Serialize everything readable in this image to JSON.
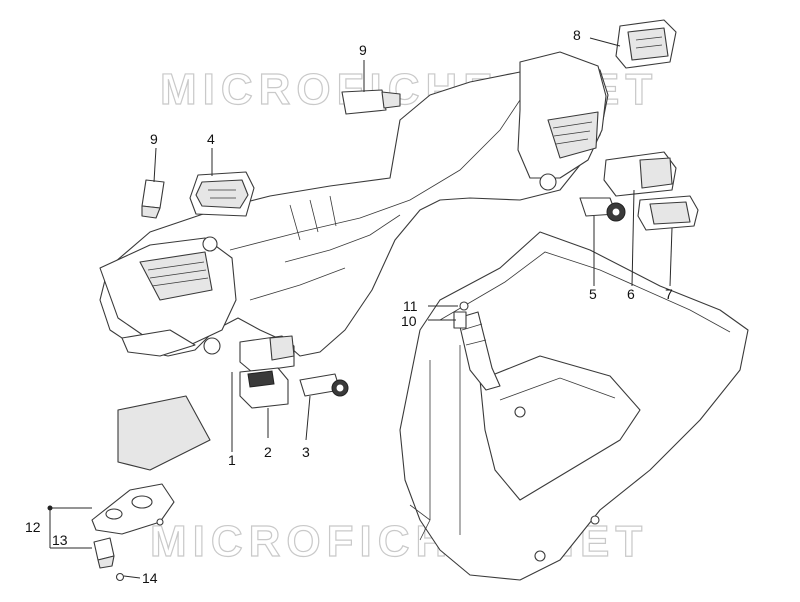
{
  "watermark": {
    "text": "MICROFICHES.NET"
  },
  "callouts": {
    "c1": "1",
    "c2": "2",
    "c3": "3",
    "c4": "4",
    "c5": "5",
    "c6": "6",
    "c7": "7",
    "c8": "8",
    "c9_top": "9",
    "c9_left": "9",
    "c10": "10",
    "c11": "11",
    "c12": "12",
    "c13": "13",
    "c14": "14"
  },
  "colors": {
    "line": "#3a3a3a",
    "shade": "#e6e6e6",
    "watermark": "#c9c9c9"
  }
}
